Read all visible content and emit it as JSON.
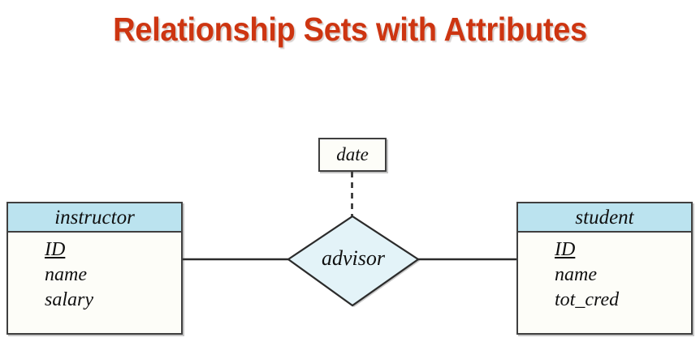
{
  "slide": {
    "title": "Relationship Sets with Attributes",
    "title_color": "#cd3511",
    "background_color": "#ffffff"
  },
  "diagram": {
    "type": "er-diagram",
    "entities": [
      {
        "id": "instructor",
        "name": "instructor",
        "header_color": "#bbe3ef",
        "body_color": "#fdfdf8",
        "attributes": [
          {
            "label": "ID",
            "primary_key": true
          },
          {
            "label": "name",
            "primary_key": false
          },
          {
            "label": "salary",
            "primary_key": false
          }
        ]
      },
      {
        "id": "student",
        "name": "student",
        "header_color": "#bbe3ef",
        "body_color": "#fdfdf8",
        "attributes": [
          {
            "label": "ID",
            "primary_key": true
          },
          {
            "label": "name",
            "primary_key": false
          },
          {
            "label": "tot_cred",
            "primary_key": false
          }
        ]
      }
    ],
    "relationship": {
      "id": "advisor",
      "name": "advisor",
      "shape": "diamond",
      "fill_color": "#e3f3f8",
      "connects": [
        "instructor",
        "student"
      ]
    },
    "descriptive_attribute": {
      "id": "date",
      "name": "date",
      "shape": "rectangle",
      "fill_color": "#fdfdf8",
      "attached_to": "advisor",
      "line_style": "dashed"
    },
    "edges": [
      {
        "from": "instructor",
        "to": "advisor",
        "style": "solid"
      },
      {
        "from": "advisor",
        "to": "student",
        "style": "solid"
      },
      {
        "from": "date",
        "to": "advisor",
        "style": "dashed"
      }
    ]
  }
}
